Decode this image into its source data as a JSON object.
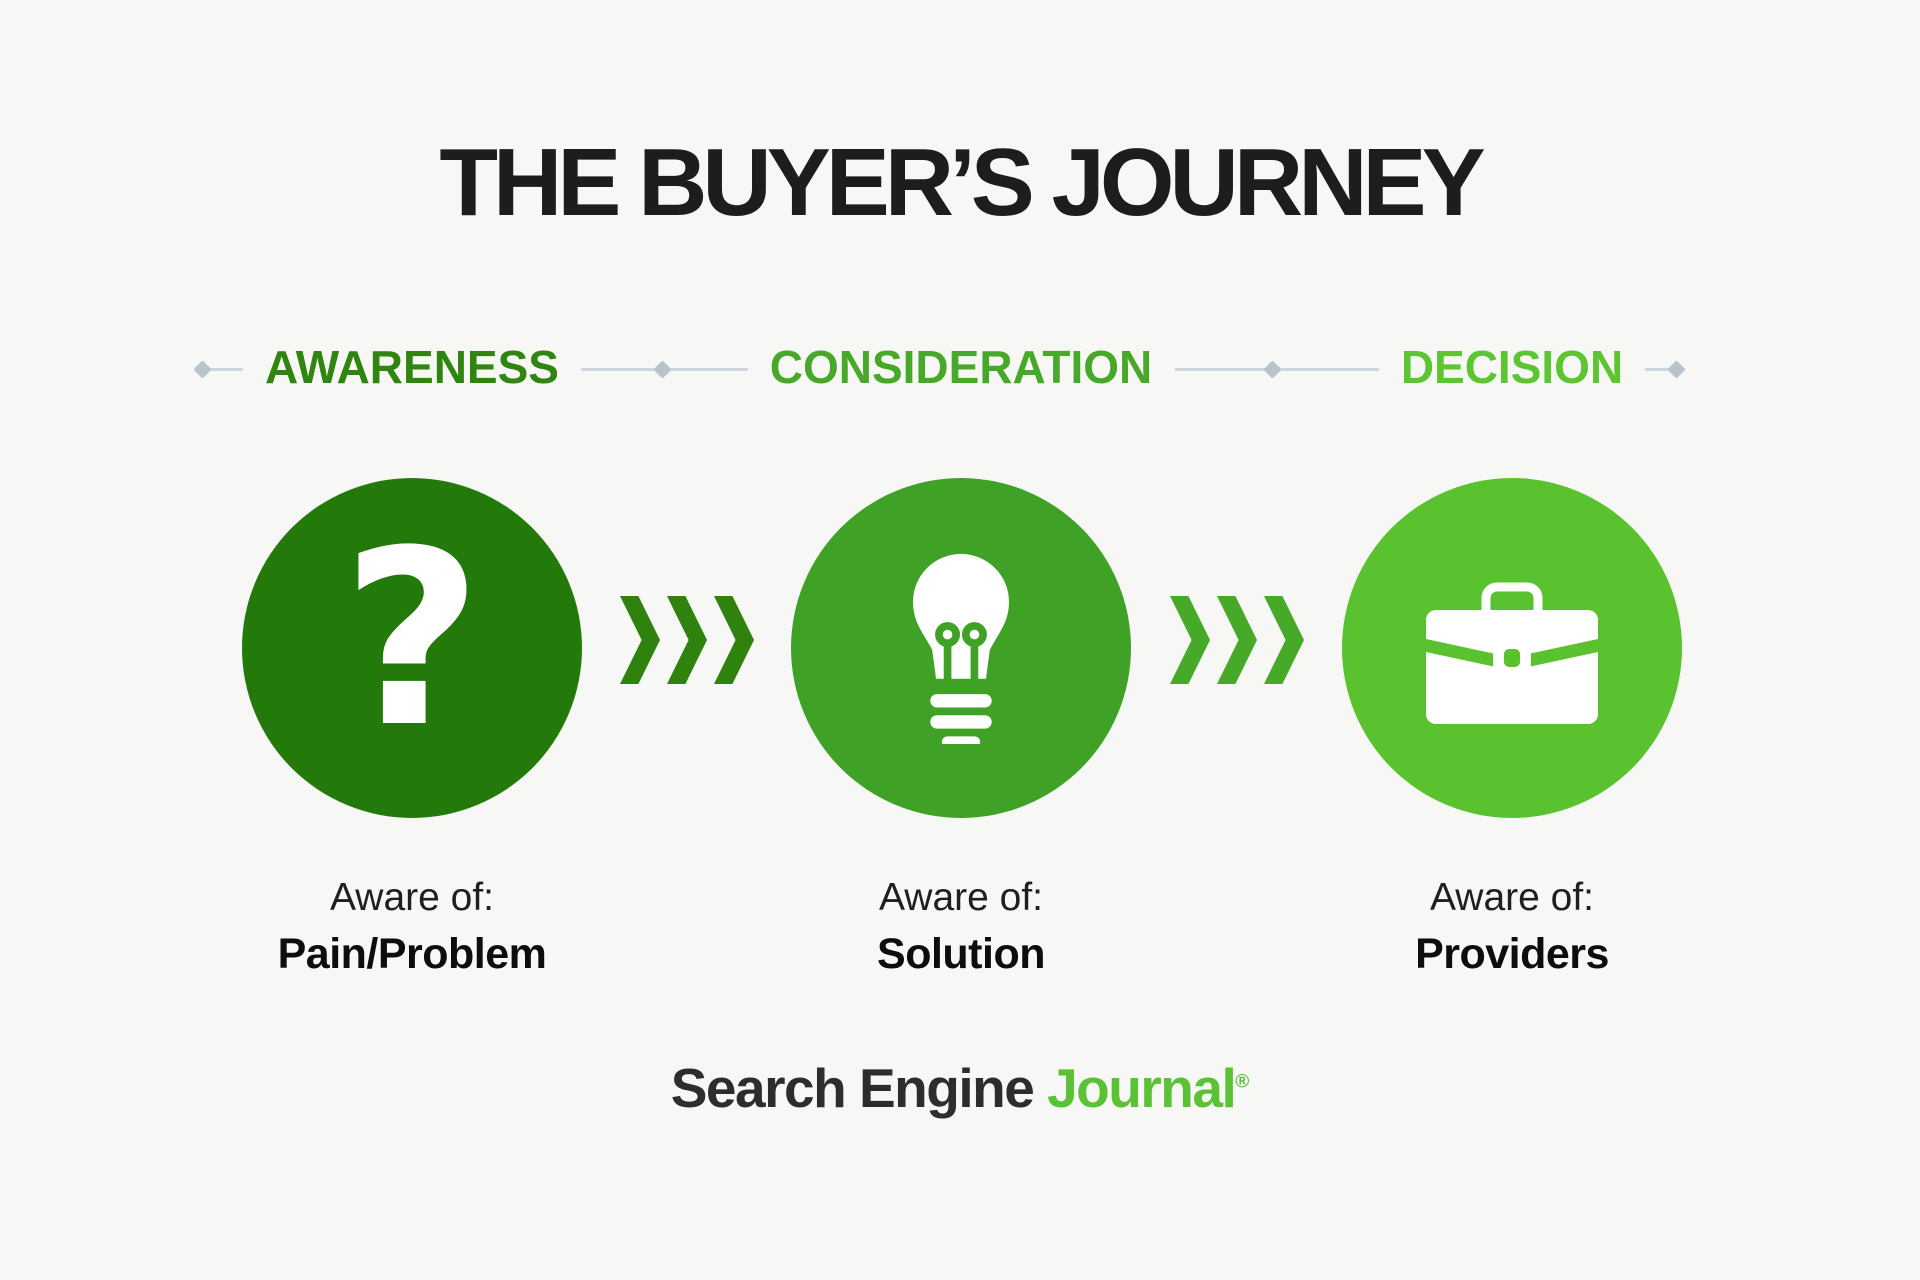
{
  "background_color": "#f7f8f5",
  "title": "THE BUYER’S JOURNEY",
  "connector": {
    "line_color": "#ccd6dc",
    "diamond_color": "#b7c4cc"
  },
  "stages": [
    {
      "label": "AWARENESS",
      "label_color": "#2f8510",
      "circle_color": "#237a0a",
      "icon": "question-mark",
      "aware_prefix": "Aware of:",
      "aware_value": "Pain/Problem"
    },
    {
      "label": "CONSIDERATION",
      "label_color": "#48a829",
      "circle_color": "#3fa226",
      "icon": "lightbulb",
      "aware_prefix": "Aware of:",
      "aware_value": "Solution"
    },
    {
      "label": "DECISION",
      "label_color": "#5cc531",
      "circle_color": "#59c22e",
      "icon": "briefcase",
      "aware_prefix": "Aware of:",
      "aware_value": "Providers"
    }
  ],
  "question_mark_glyph": "?",
  "arrows": [
    {
      "direction": "right",
      "color": "#2f820e"
    },
    {
      "direction": "right",
      "color": "#47a928"
    }
  ],
  "footer_logo": {
    "part1": "Search Engine ",
    "part2": "Journal",
    "registered_mark": "®",
    "part1_color": "#2d2d2b",
    "part2_color": "#5cc235"
  }
}
